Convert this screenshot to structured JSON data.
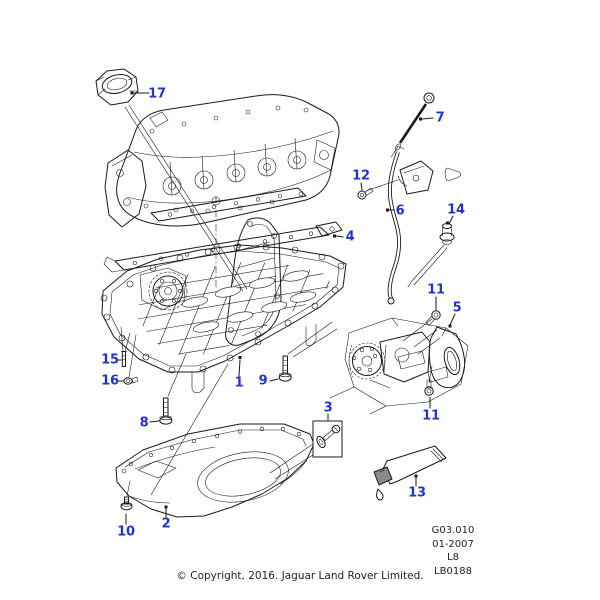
{
  "diagram_type": "exploded-parts-diagram",
  "colors": {
    "callout": "#2233cc",
    "line": "#1a1a1a",
    "background": "#ffffff"
  },
  "callouts": {
    "c1": "1",
    "c2": "2",
    "c3": "3",
    "c4": "4",
    "c5": "5",
    "c6": "6",
    "c7": "7",
    "c8": "8",
    "c9": "9",
    "c10": "10",
    "c11a": "11",
    "c11b": "11",
    "c12": "12",
    "c13": "13",
    "c14": "14",
    "c15": "15",
    "c16": "16",
    "c17": "17"
  },
  "footer": {
    "drawing_number": "G03.010",
    "date": "01-2007",
    "variant": "L8",
    "sheet": "LB0188",
    "copyright": "© Copyright, 2016. Jaguar Land Rover Limited."
  }
}
